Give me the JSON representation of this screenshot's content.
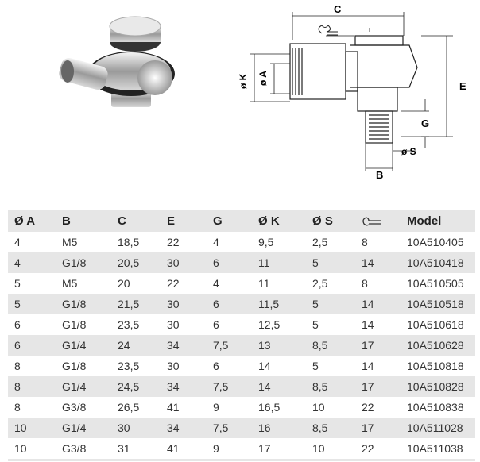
{
  "diagram": {
    "labels": {
      "c": "C",
      "e": "E",
      "g": "G",
      "k": "ø K",
      "a": "ø A",
      "s": "ø S",
      "b": "B"
    }
  },
  "table": {
    "headers": [
      "Ø A",
      "B",
      "C",
      "E",
      "G",
      "Ø K",
      "Ø S",
      "",
      "Model"
    ],
    "wrench_icon": "wrench-icon",
    "rows": [
      [
        "4",
        "M5",
        "18,5",
        "22",
        "4",
        "9,5",
        "2,5",
        "8",
        "10A510405"
      ],
      [
        "4",
        "G1/8",
        "20,5",
        "30",
        "6",
        "11",
        "5",
        "14",
        "10A510418"
      ],
      [
        "5",
        "M5",
        "20",
        "22",
        "4",
        "11",
        "2,5",
        "8",
        "10A510505"
      ],
      [
        "5",
        "G1/8",
        "21,5",
        "30",
        "6",
        "11,5",
        "5",
        "14",
        "10A510518"
      ],
      [
        "6",
        "G1/8",
        "23,5",
        "30",
        "6",
        "12,5",
        "5",
        "14",
        "10A510618"
      ],
      [
        "6",
        "G1/4",
        "24",
        "34",
        "7,5",
        "13",
        "8,5",
        "17",
        "10A510628"
      ],
      [
        "8",
        "G1/8",
        "23,5",
        "30",
        "6",
        "14",
        "5",
        "14",
        "10A510818"
      ],
      [
        "8",
        "G1/4",
        "24,5",
        "34",
        "7,5",
        "14",
        "8,5",
        "17",
        "10A510828"
      ],
      [
        "8",
        "G3/8",
        "26,5",
        "41",
        "9",
        "16,5",
        "10",
        "22",
        "10A510838"
      ],
      [
        "10",
        "G1/4",
        "30",
        "34",
        "7,5",
        "16",
        "8,5",
        "17",
        "10A511028"
      ],
      [
        "10",
        "G3/8",
        "31",
        "41",
        "9",
        "17",
        "10",
        "22",
        "10A511038"
      ]
    ]
  }
}
